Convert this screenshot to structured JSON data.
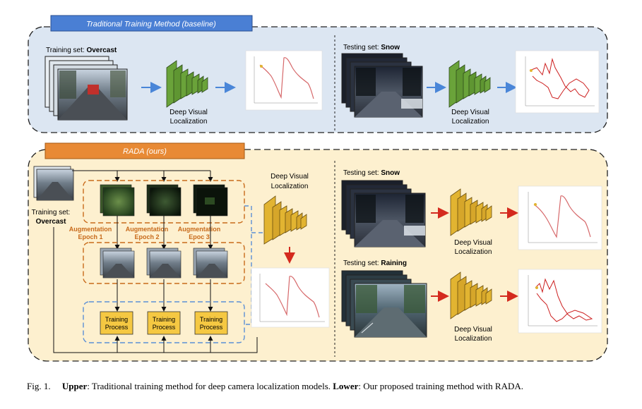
{
  "upper": {
    "banner": "Traditional Training Method (baseline)",
    "train_label_prefix": "Training set: ",
    "train_label_value": "Overcast",
    "test_label_prefix": "Testing set: ",
    "test_label_value": "Snow",
    "model_label_line1": "Deep Visual",
    "model_label_line2": "Localization"
  },
  "lower": {
    "banner": "RADA (ours)",
    "train_label_line1": "Training set:",
    "train_label_line2": "Overcast",
    "aug_labels": [
      {
        "line1": "Augmentation",
        "line2": "Epoch 1"
      },
      {
        "line1": "Augmentation",
        "line2": "Epoch 2"
      },
      {
        "line1": "Augmentation",
        "line2": "Epoc 3"
      }
    ],
    "training_process": {
      "line1": "Training",
      "line2": "Process"
    },
    "model_label_line1": "Deep Visual",
    "model_label_line2": "Localization",
    "test_snow_prefix": "Testing set: ",
    "test_snow_value": "Snow",
    "test_rain_prefix": "Testing set: ",
    "test_rain_value": "Raining"
  },
  "caption": {
    "fig": "Fig. 1.",
    "upper_bold": "Upper",
    "upper_text": ": Traditional training method for deep camera localization models. ",
    "lower_bold": "Lower",
    "lower_text": ": Our proposed training method with RADA."
  },
  "colors": {
    "upper_bg": "#dce6f2",
    "lower_bg": "#fdf0cf",
    "blue_banner": "#4a7fd4",
    "orange_banner": "#e88a35",
    "green_model": "#6aa33a",
    "gold_model": "#e2b431",
    "arrow_blue": "#4a86d8",
    "arrow_red": "#d42a1e",
    "dash_orange": "#c86a1a",
    "dash_blue": "#5b8fd6",
    "box_yellow": "#f5c842"
  }
}
